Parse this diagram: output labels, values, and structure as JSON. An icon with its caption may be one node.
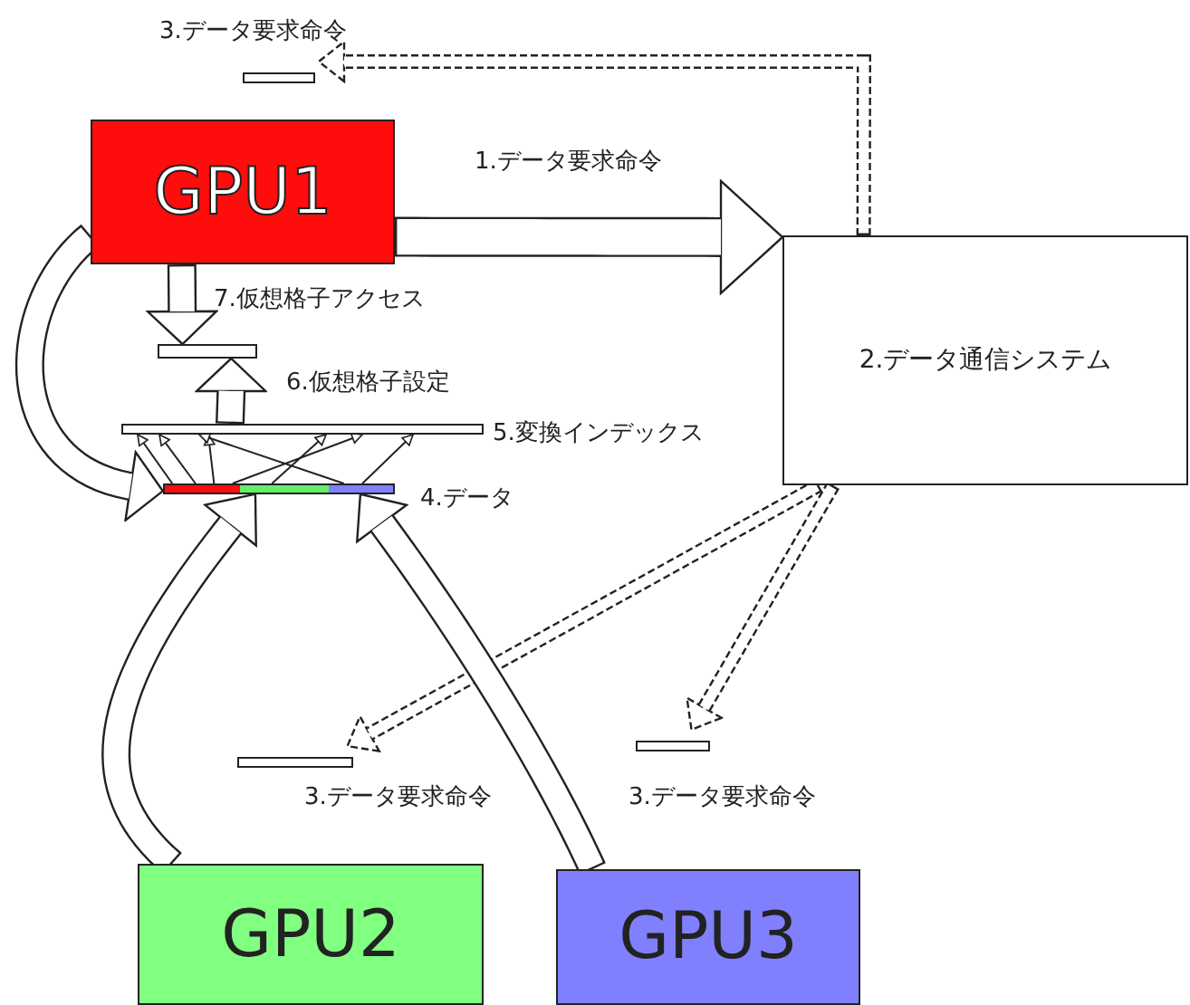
{
  "diagram": {
    "nodes": [
      {
        "text": [
          "GPU1"
        ]
      },
      {
        "text": [
          "2.データ通信システム"
        ]
      },
      {
        "text": [
          "GPU2"
        ]
      },
      {
        "text": [
          "GPU3"
        ]
      },
      {
        "text": [],
        "shape": "bar",
        "beside": [
          "3.データ要求命令"
        ]
      },
      {
        "text": [],
        "shape": "bar"
      },
      {
        "text": [],
        "shape": "bar",
        "beside": [
          "5.変換インデックス"
        ]
      },
      {
        "text": [],
        "shape": "bar",
        "beside": [
          "4.データ"
        ]
      },
      {
        "text": [],
        "shape": "bar",
        "beside": [
          "3.データ要求命令"
        ]
      },
      {
        "text": [],
        "shape": "bar",
        "beside": [
          "3.データ要求命令"
        ]
      }
    ],
    "edges": [
      {
        "from": 0,
        "to": 1,
        "arrow": "to",
        "label": "1.データ要求命令",
        "style": "thick"
      },
      {
        "from": 1,
        "to": 4,
        "arrow": "to",
        "style": "dashed"
      },
      {
        "from": 1,
        "to": 8,
        "arrow": "to",
        "style": "dashed"
      },
      {
        "from": 1,
        "to": 9,
        "arrow": "to",
        "style": "dashed"
      },
      {
        "from": 0,
        "to": 7,
        "arrow": "to",
        "style": "thick"
      },
      {
        "from": 2,
        "to": 7,
        "arrow": "to",
        "style": "thick"
      },
      {
        "from": 3,
        "to": 7,
        "arrow": "to",
        "style": "thick"
      },
      {
        "from": 0,
        "to": 5,
        "arrow": "to",
        "label": "7.仮想格子アクセス",
        "style": "thick"
      },
      {
        "from": 6,
        "to": 5,
        "arrow": "to",
        "label": "6.仮想格子設定",
        "style": "thick"
      },
      {
        "from": 7,
        "to": 6,
        "arrow": "to"
      },
      {
        "from": 7,
        "to": 6,
        "arrow": "to"
      },
      {
        "from": 7,
        "to": 6,
        "arrow": "to"
      },
      {
        "from": 7,
        "to": 6,
        "arrow": "to"
      },
      {
        "from": 7,
        "to": 6,
        "arrow": "to"
      },
      {
        "from": 7,
        "to": 6,
        "arrow": "to"
      },
      {
        "from": 7,
        "to": 6,
        "arrow": "to"
      }
    ]
  }
}
